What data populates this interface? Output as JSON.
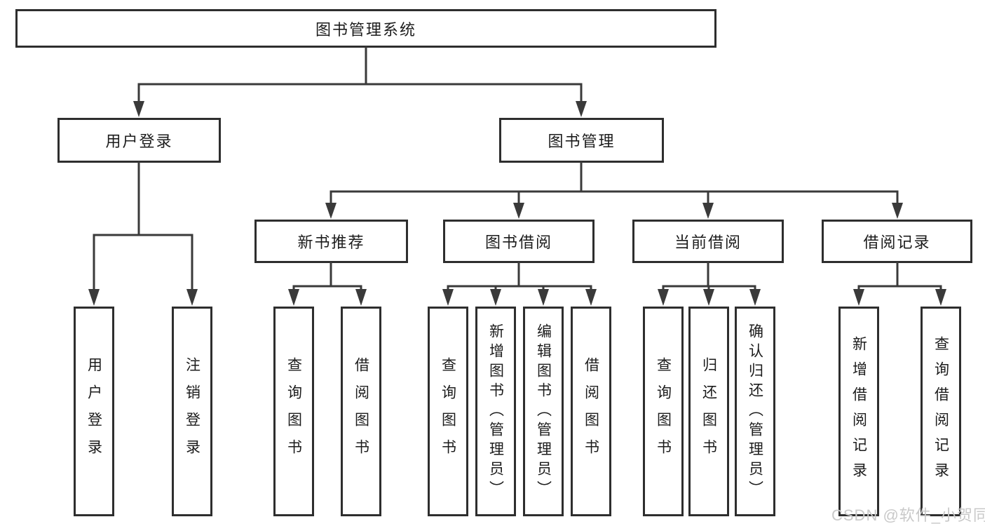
{
  "tree": {
    "root": {
      "label": "图书管理系统"
    },
    "branches": [
      {
        "label": "用户登录",
        "children": [
          {
            "label": "用户登录"
          },
          {
            "label": "注销登录"
          }
        ]
      },
      {
        "label": "图书管理",
        "children": [
          {
            "label": "新书推荐",
            "children": [
              {
                "label": "查询图书"
              },
              {
                "label": "借阅图书"
              }
            ]
          },
          {
            "label": "图书借阅",
            "children": [
              {
                "label": "查询图书"
              },
              {
                "label": "新增图书（管理员）"
              },
              {
                "label": "编辑图书（管理员）"
              },
              {
                "label": "借阅图书"
              }
            ]
          },
          {
            "label": "当前借阅",
            "children": [
              {
                "label": "查询图书"
              },
              {
                "label": "归还图书"
              },
              {
                "label": "确认归还（管理员）"
              }
            ]
          },
          {
            "label": "借阅记录",
            "children": [
              {
                "label": "新增借阅记录"
              },
              {
                "label": "查询借阅记录"
              }
            ]
          }
        ]
      }
    ]
  },
  "watermark": {
    "text": "CSDN @软件_小贺同学"
  },
  "colors": {
    "line": "#3a3a3a",
    "border": "#2e2e2e",
    "text": "#1c1c1c",
    "background": "#ffffff",
    "watermark": "#c9c9c9"
  }
}
